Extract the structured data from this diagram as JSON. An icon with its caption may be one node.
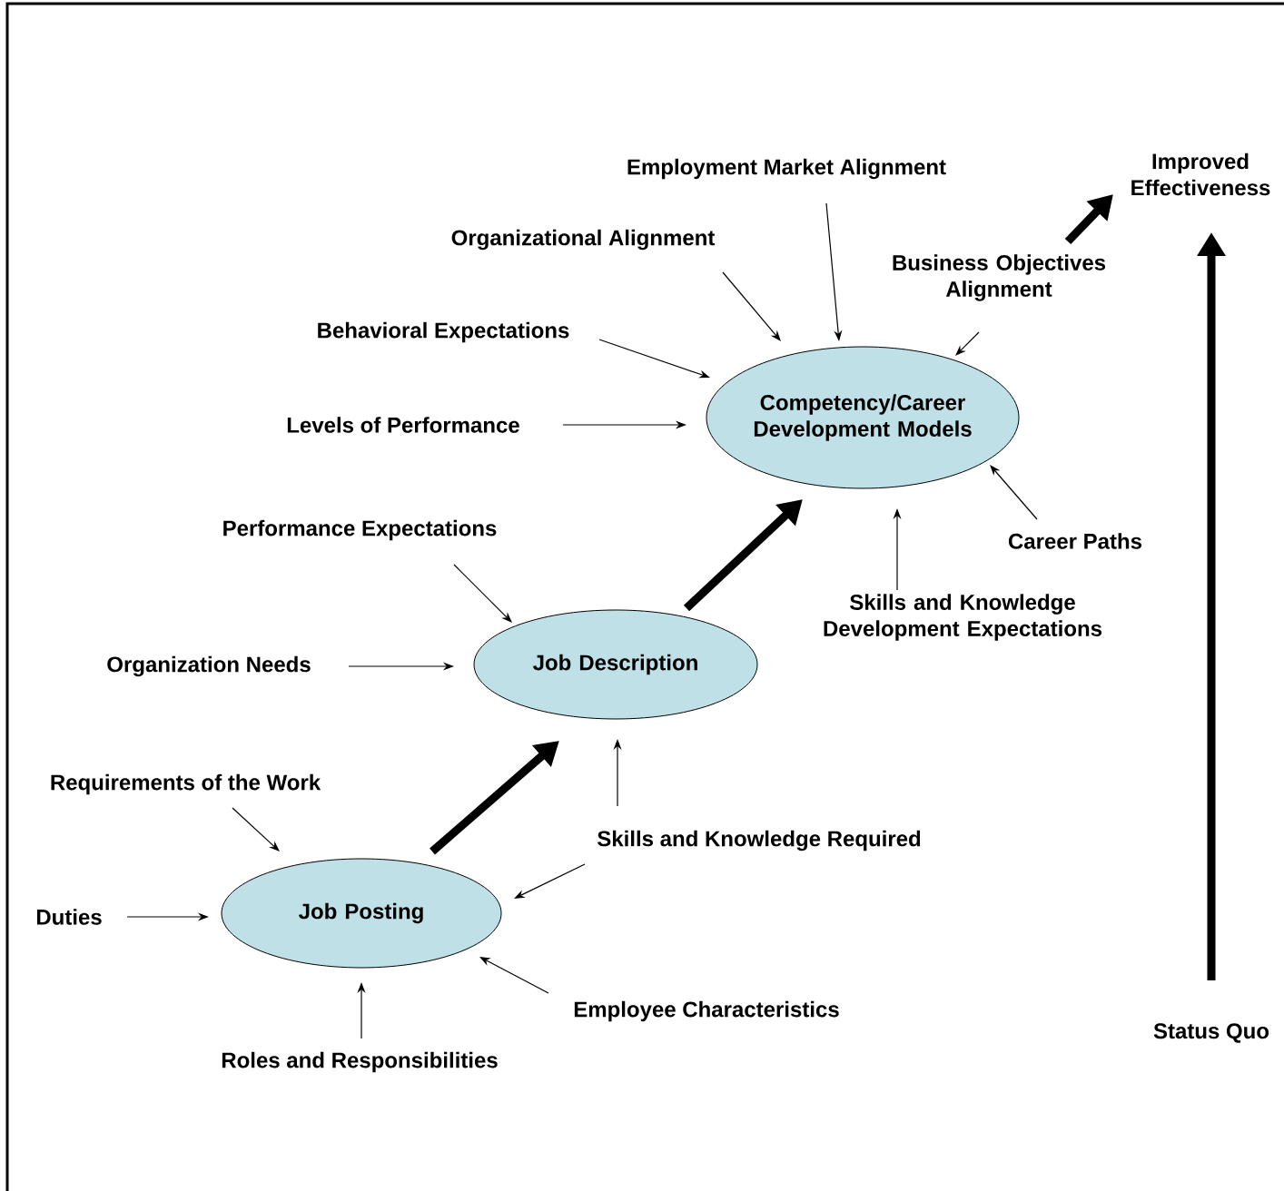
{
  "diagram": {
    "nodes": [
      {
        "text": [
          "Competency/Career Development Models"
        ]
      },
      {
        "text": [
          "Job Description"
        ]
      },
      {
        "text": [
          "Job Posting"
        ]
      },
      {
        "text": [
          "Employment Market Alignment"
        ]
      },
      {
        "text": [
          "Organizational Alignment"
        ]
      },
      {
        "text": [
          "Behavioral Expectations"
        ]
      },
      {
        "text": [
          "Levels of Performance"
        ]
      },
      {
        "text": [
          "Business Objectives Alignment"
        ]
      },
      {
        "text": [
          "Career Paths"
        ]
      },
      {
        "text": [
          "Skills and Knowledge Development Expectations"
        ]
      },
      {
        "text": [
          "Performance Expectations"
        ]
      },
      {
        "text": [
          "Organization Needs"
        ]
      },
      {
        "text": [
          "Requirements of the Work"
        ]
      },
      {
        "text": [
          "Duties"
        ]
      },
      {
        "text": [
          "Skills and Knowledge Required"
        ]
      },
      {
        "text": [
          "Employee Characteristics"
        ]
      },
      {
        "text": [
          "Roles and Responsibilities"
        ]
      },
      {
        "text": [
          "Improved Effectiveness"
        ]
      },
      {
        "text": [
          "Status Quo"
        ]
      }
    ],
    "edges": [
      {
        "from": 3,
        "to": 0,
        "arrow": "to"
      },
      {
        "from": 4,
        "to": 0,
        "arrow": "to"
      },
      {
        "from": 5,
        "to": 0,
        "arrow": "to"
      },
      {
        "from": 6,
        "to": 0,
        "arrow": "to"
      },
      {
        "from": 7,
        "to": 0,
        "arrow": "to"
      },
      {
        "from": 8,
        "to": 0,
        "arrow": "to"
      },
      {
        "from": 9,
        "to": 0,
        "arrow": "to"
      },
      {
        "from": 10,
        "to": 1,
        "arrow": "to"
      },
      {
        "from": 11,
        "to": 1,
        "arrow": "to"
      },
      {
        "from": 14,
        "to": 1,
        "arrow": "to"
      },
      {
        "from": 12,
        "to": 2,
        "arrow": "to"
      },
      {
        "from": 13,
        "to": 2,
        "arrow": "to"
      },
      {
        "from": 14,
        "to": 2,
        "arrow": "to"
      },
      {
        "from": 15,
        "to": 2,
        "arrow": "to"
      },
      {
        "from": 16,
        "to": 2,
        "arrow": "to"
      },
      {
        "from": 2,
        "to": 1,
        "arrow": "to",
        "style": "thick"
      },
      {
        "from": 1,
        "to": 0,
        "arrow": "to",
        "style": "thick"
      },
      {
        "from": 7,
        "to": 17,
        "arrow": "to",
        "style": "thick"
      },
      {
        "from": 18,
        "to": 17,
        "arrow": "to",
        "style": "thick"
      }
    ]
  }
}
